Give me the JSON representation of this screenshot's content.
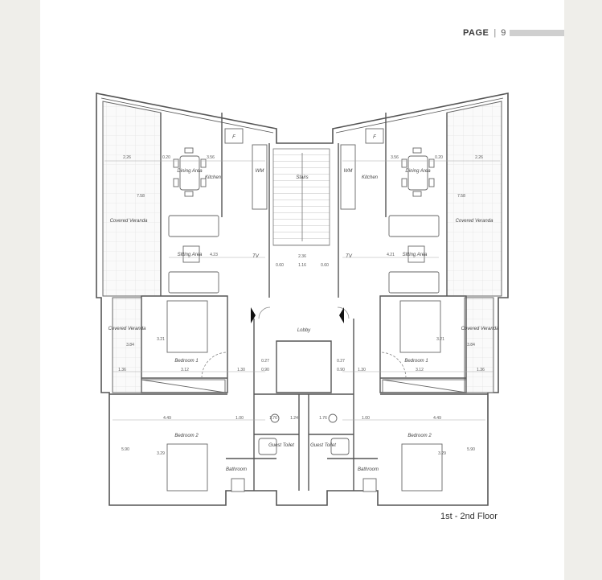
{
  "header": {
    "page_label": "PAGE",
    "separator": "|",
    "page_number": "9"
  },
  "caption": "1st - 2nd Floor",
  "plan_labels": {
    "dining_area": "Dining Area",
    "kitchen": "Kitchen",
    "covered_veranda": "Covered Veranda",
    "sitting_area": "Sitting Area",
    "stairs": "Stairs",
    "lobby": "Lobby",
    "bedroom1": "Bedroom 1",
    "bedroom2": "Bedroom 2",
    "bathroom": "Bathroom",
    "guest_toilet": "Guest Toilet",
    "tv": "TV",
    "fridge": "F",
    "wm": "WM"
  },
  "dimensions": {
    "d226": "2.26",
    "d020": "0.20",
    "d356": "3.56",
    "d758": "7.58",
    "d423": "4.23",
    "d421": "4.21",
    "d384": "3.84",
    "d321": "3.21",
    "d312": "3.12",
    "d136": "1.36",
    "d130": "1.30",
    "d449": "4.49",
    "d100": "1.00",
    "d590": "5.90",
    "d329": "3.29",
    "d236": "2.36",
    "d060": "0.60",
    "d116": "1.16",
    "d176": "1.76",
    "d124": "1.24",
    "d090": "0.90",
    "d027": "0.27",
    "d236b": "2.36"
  },
  "colors": {
    "background": "#efeeea",
    "page": "#ffffff",
    "wall": "#555555",
    "floor_grid": "#dcdcdc",
    "header_bar": "#cfcfcf"
  }
}
